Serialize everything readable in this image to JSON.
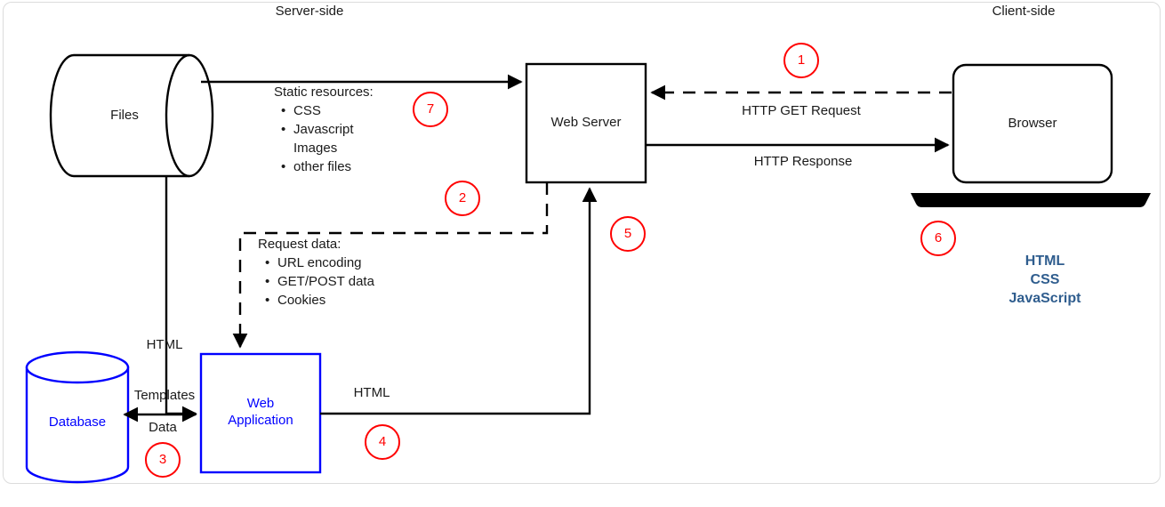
{
  "diagram": {
    "title_left": "Server-side",
    "title_right": "Client-side",
    "nodes": {
      "files": "Files",
      "web_server": "Web Server",
      "browser": "Browser",
      "database": "Database",
      "web_application_line1": "Web",
      "web_application_line2": "Application"
    },
    "groups": {
      "static_resources": {
        "heading": "Static resources:",
        "items": [
          "CSS",
          "Javascript",
          "Images",
          "other files"
        ],
        "bulleted": [
          true,
          true,
          false,
          true
        ]
      },
      "request_data": {
        "heading": "Request data:",
        "items": [
          "URL encoding",
          "GET/POST data",
          "Cookies"
        ],
        "bulleted": [
          true,
          true,
          true
        ]
      }
    },
    "edge_labels": {
      "http_get_request": "HTTP GET Request",
      "http_response": "HTTP Response",
      "html_templates_line1": "HTML",
      "html_templates_line2": "Templates",
      "data": "Data",
      "html": "HTML"
    },
    "client_stack": [
      "HTML",
      "CSS",
      "JavaScript"
    ],
    "step_numbers": [
      "1",
      "2",
      "3",
      "4",
      "5",
      "6",
      "7"
    ],
    "colors": {
      "blue": "#0000ff",
      "red": "#ff0000",
      "stack_blue": "#2f5d8e",
      "line": "#000000",
      "frame": "#dcdcdc"
    }
  }
}
